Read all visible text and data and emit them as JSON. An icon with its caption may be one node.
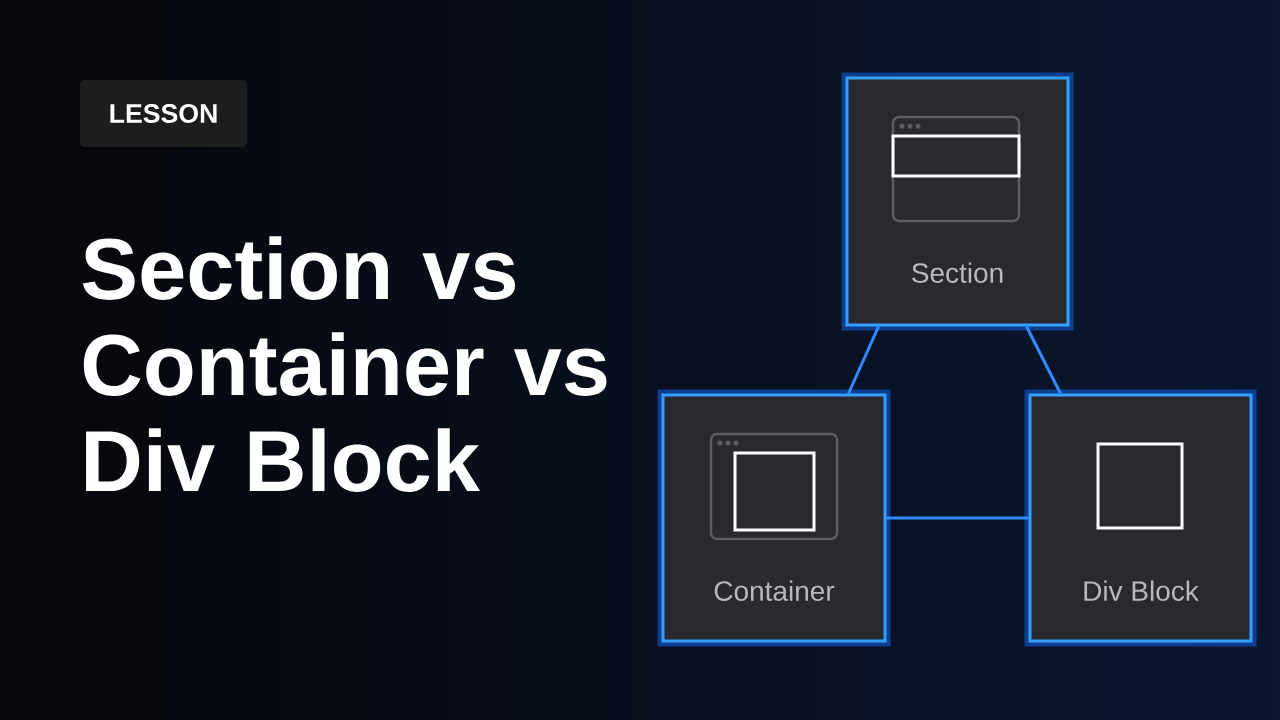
{
  "diagram": {
    "title": "Section vs Container vs Div Block",
    "nodes": [
      {
        "text": [
          "Section"
        ]
      },
      {
        "text": [
          "Container"
        ]
      },
      {
        "text": [
          "Div Block"
        ]
      }
    ],
    "edges": [
      {
        "from": 0,
        "to": 1,
        "arrow": "none"
      },
      {
        "from": 0,
        "to": 2,
        "arrow": "none"
      },
      {
        "from": 1,
        "to": 2,
        "arrow": "none"
      }
    ],
    "labels": [
      "LESSON"
    ]
  }
}
